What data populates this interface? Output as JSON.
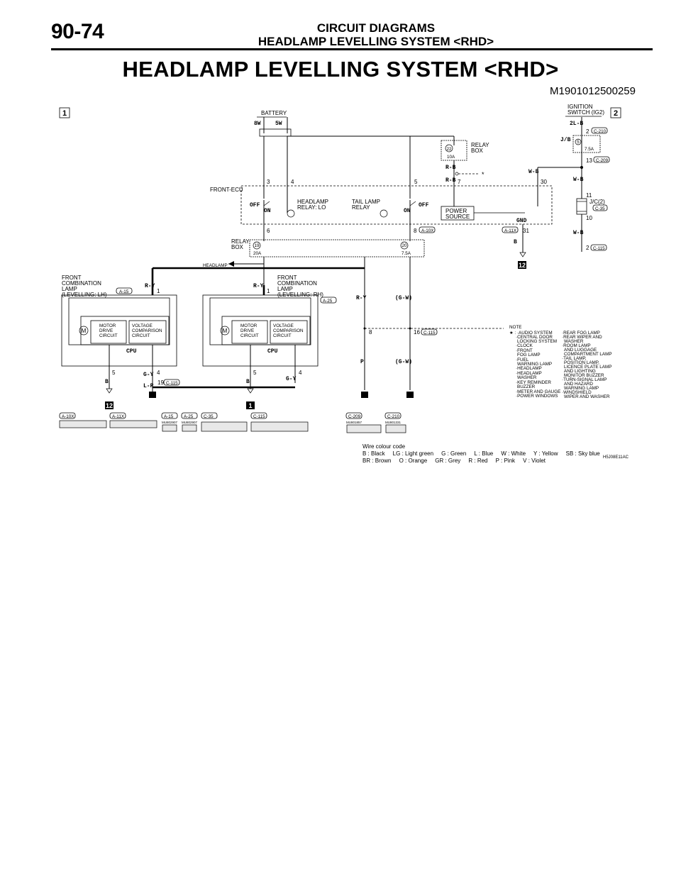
{
  "header": {
    "page_number": "90-74",
    "section_title_line1": "CIRCUIT DIAGRAMS",
    "section_title_line2": "HEADLAMP LEVELLING SYSTEM <RHD>"
  },
  "title": "HEADLAMP LEVELLING SYSTEM <RHD>",
  "doc_id": "M1901012500259",
  "diagram": {
    "page_markers": [
      "1",
      "2"
    ],
    "battery": "BATTERY",
    "fuse_8w": "8W",
    "fuse_5w": "5W",
    "ignition": [
      "IGNITION",
      "SWITCH (IG2)"
    ],
    "wire_2lb": "2L-B",
    "wire_rb1": "R-B",
    "wire_rb2": "R-B",
    "wire_wb1": "W-B",
    "wire_wb2": "W-B",
    "wire_wb3": "W-B",
    "wire_ry1": "R-Y",
    "wire_ry2": "R-Y",
    "wire_ry3": "R-Y",
    "wire_gw1": "(G-W)",
    "wire_gw2": "(G-W)",
    "wire_gy1": "G-Y",
    "wire_gy2": "G-Y",
    "wire_lr": "L-R",
    "wire_b1": "B",
    "wire_b2": "B",
    "wire_b3": "B",
    "wire_p": "P",
    "jb": "J/B",
    "jc": "J/C(2)",
    "relay_box": [
      "RELAY",
      "BOX"
    ],
    "front_ecu": "FRONT-ECU",
    "headlamp_relay": [
      "HEADLAMP",
      "RELAY: LO"
    ],
    "tail_lamp_relay": [
      "TAIL LAMP",
      "RELAY"
    ],
    "power_source": [
      "POWER",
      "SOURCE"
    ],
    "off": "OFF",
    "on": "ON",
    "gnd": "GND",
    "headlamp": "HEADLAMP",
    "asterisk": "*",
    "fuse_22": "22",
    "fuse_22_rating": "10A",
    "fuse_5": "5",
    "fuse_5_rating": "7.5A",
    "fuse_19": "19",
    "fuse_19_rating": "20A",
    "fuse_20": "20",
    "fuse_20_rating": "7.5A",
    "fcl_lh": [
      "FRONT",
      "COMBINATION",
      "LAMP",
      "(LEVELLING: LH)"
    ],
    "fcl_rh": [
      "FRONT",
      "COMBINATION",
      "LAMP",
      "(LEVELLING: RH)"
    ],
    "motor_drive": [
      "MOTOR",
      "DRIVE",
      "CIRCUIT"
    ],
    "voltage_comparison": [
      "VOLTAGE",
      "COMPARISON",
      "CIRCUIT"
    ],
    "cpu": "CPU",
    "motor_symbol": "M",
    "ground_12": "12",
    "pins": {
      "p2": "2",
      "p13": "13",
      "p11": "11",
      "p10": "10",
      "p2b": "2",
      "p3": "3",
      "p4": "4",
      "p5": "5",
      "p7": "7",
      "p30": "30",
      "p6": "6",
      "p8": "8",
      "p31": "31",
      "lh1": "1",
      "lh5": "5",
      "lh4": "4",
      "lh19": "19",
      "rh1": "1",
      "rh5": "5",
      "rh4": "4",
      "p8b": "8",
      "p16": "16"
    },
    "connectors": {
      "c210": "C-210",
      "c209": "C-209",
      "c35": "C-35",
      "c115": "C-115",
      "a10x": "A-10X",
      "a11x": "A-11X",
      "a15": "A-15",
      "a25": "A-25"
    },
    "connector_views": [
      "A-10X",
      "A-11X",
      "A-15",
      "A-25",
      "C-35",
      "C-115",
      "C-209",
      "C-210"
    ],
    "small_ids": {
      "a15": "MU802907",
      "a25": "MU802907",
      "c209": "MU801857",
      "c210": "MU801331"
    },
    "note_title": "NOTE",
    "note_left": [
      "★ : ·AUDIO SYSTEM",
      "·CENTRAL DOOR",
      "LOCKING SYSTEM",
      "·CLOCK",
      "·FRONT",
      "FOG LAMP",
      "·FUEL",
      "WARNING LAMP",
      "·HEADLAMP",
      "·HEADLAMP",
      "WASHER",
      "·KEY REMINDER",
      "BUZZER",
      "·METER AND GAUGE",
      "·POWER WINDOWS"
    ],
    "note_right": [
      "·REAR FOG LAMP",
      "·REAR WIPER AND",
      "WASHER",
      "·ROOM LAMP",
      "AND LUGGAGE",
      "COMPARTMENT LAMP",
      "·TAIL LAMP,",
      "POSITION LAMP,",
      "LICENCE PLATE LAMP",
      "AND LIGHTING",
      "MONITOR BUZZER",
      "·TURN-SIGNAL LAMP",
      "AND HAZARD",
      "WARNING LAMP",
      "·WINDSHIELD",
      "WIPER AND WASHER"
    ]
  },
  "legend": {
    "title": "Wire colour code",
    "line1": "B : Black     LG : Light green     G : Green     L : Blue     W : White     Y : Yellow     SB : Sky blue",
    "line2": "BR : Brown     O : Orange     GR : Grey     R : Red     P : Pink     V : Violet"
  },
  "figure_code": "H5J08E11AC"
}
